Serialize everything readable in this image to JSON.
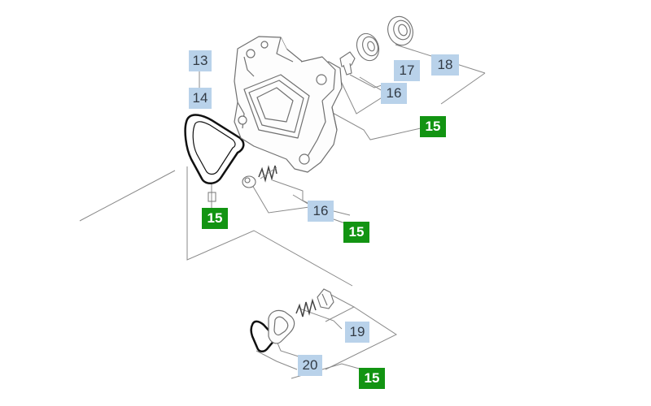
{
  "colors": {
    "blue_badge_bg": "#b9d2ea",
    "blue_badge_text": "#333b45",
    "green_badge_bg": "#129412",
    "green_badge_text": "#ffffff",
    "line": "#8a8a8a",
    "part_outline": "#707070",
    "background": "#ffffff"
  },
  "callouts": {
    "p13": "13",
    "p14": "14",
    "p15_left": "15",
    "p17": "17",
    "p18": "18",
    "p16_top": "16",
    "p15_top": "15",
    "p16_mid": "16",
    "p15_mid": "15",
    "p19": "19",
    "p20": "20",
    "p15_bottom": "15"
  }
}
